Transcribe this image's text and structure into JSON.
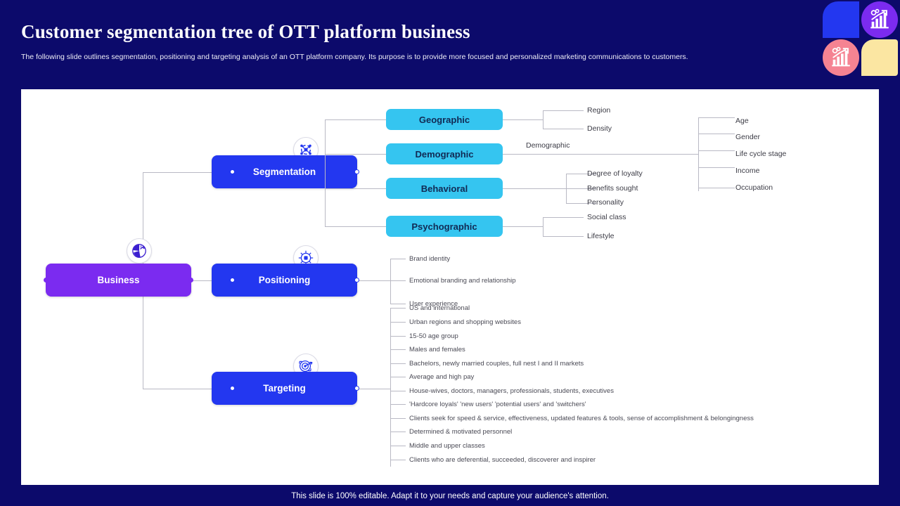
{
  "header": {
    "title": "Customer segmentation tree of OTT platform business",
    "subtitle": "The following slide outlines segmentation, positioning and targeting analysis of an OTT platform company. Its purpose is to provide more focused and personalized marketing communications to customers."
  },
  "footer": {
    "note": "This slide is 100% editable. Adapt it to your needs and capture your audience's attention."
  },
  "colors": {
    "background": "#0C0A6B",
    "canvas": "#FFFFFF",
    "root_node": "#7B2BF0",
    "branch_node": "#2337F0",
    "sub_node": "#35C5F0",
    "connector": "#B9B9C4",
    "leaf_text": "#4A4A55"
  },
  "decor": {
    "tile_blue": "#2337F0",
    "tile_purple": "#7B2BF0",
    "tile_pink": "#F58392",
    "tile_yellow": "#FBE6A2",
    "icon_name": "growth-chart-icon"
  },
  "tree": {
    "root": {
      "label": "Business",
      "icon": "pie-chart-growth-icon"
    },
    "branches": [
      {
        "label": "Segmentation",
        "icon": "network-segmentation-icon"
      },
      {
        "label": "Positioning",
        "icon": "radiate-position-icon"
      },
      {
        "label": "Targeting",
        "icon": "target-bullseye-icon"
      }
    ],
    "segmentation": {
      "sub_nodes": [
        {
          "label": "Geographic"
        },
        {
          "label": "Demographic"
        },
        {
          "label": "Behavioral"
        },
        {
          "label": "Psychographic"
        }
      ],
      "geographic_leaves": [
        "Region",
        "Density"
      ],
      "demographic_label": "Demographic",
      "demographic_leaves": [
        "Age",
        "Gender",
        "Life  cycle stage",
        "Income",
        "Occupation"
      ],
      "behavioral_leaves": [
        "Degree  of loyalty",
        "Benefits sought",
        "Personality"
      ],
      "psychographic_leaves": [
        "Social class",
        "Lifestyle"
      ]
    },
    "positioning": {
      "leaves": [
        "Brand identity",
        "Emotional  branding and relationship",
        "User experience"
      ]
    },
    "targeting": {
      "leaves": [
        "US and international",
        "Urban regions and shopping websites",
        "15-50 age group",
        "Males and females",
        "Bachelors, newly married couples, full nest I and II  markets",
        "Average and high pay",
        "House-wives, doctors, managers, professionals, students, executives",
        "'Hardcore loyals' 'new users' 'potential users' and 'switchers'",
        "Clients  seek for speed & service, effectiveness, updated features & tools, sense of accomplishment &  belongingness",
        "Determined & motivated personnel",
        "Middle and upper classes",
        "Clients  who are deferential, succeeded, discoverer and inspirer"
      ]
    }
  }
}
